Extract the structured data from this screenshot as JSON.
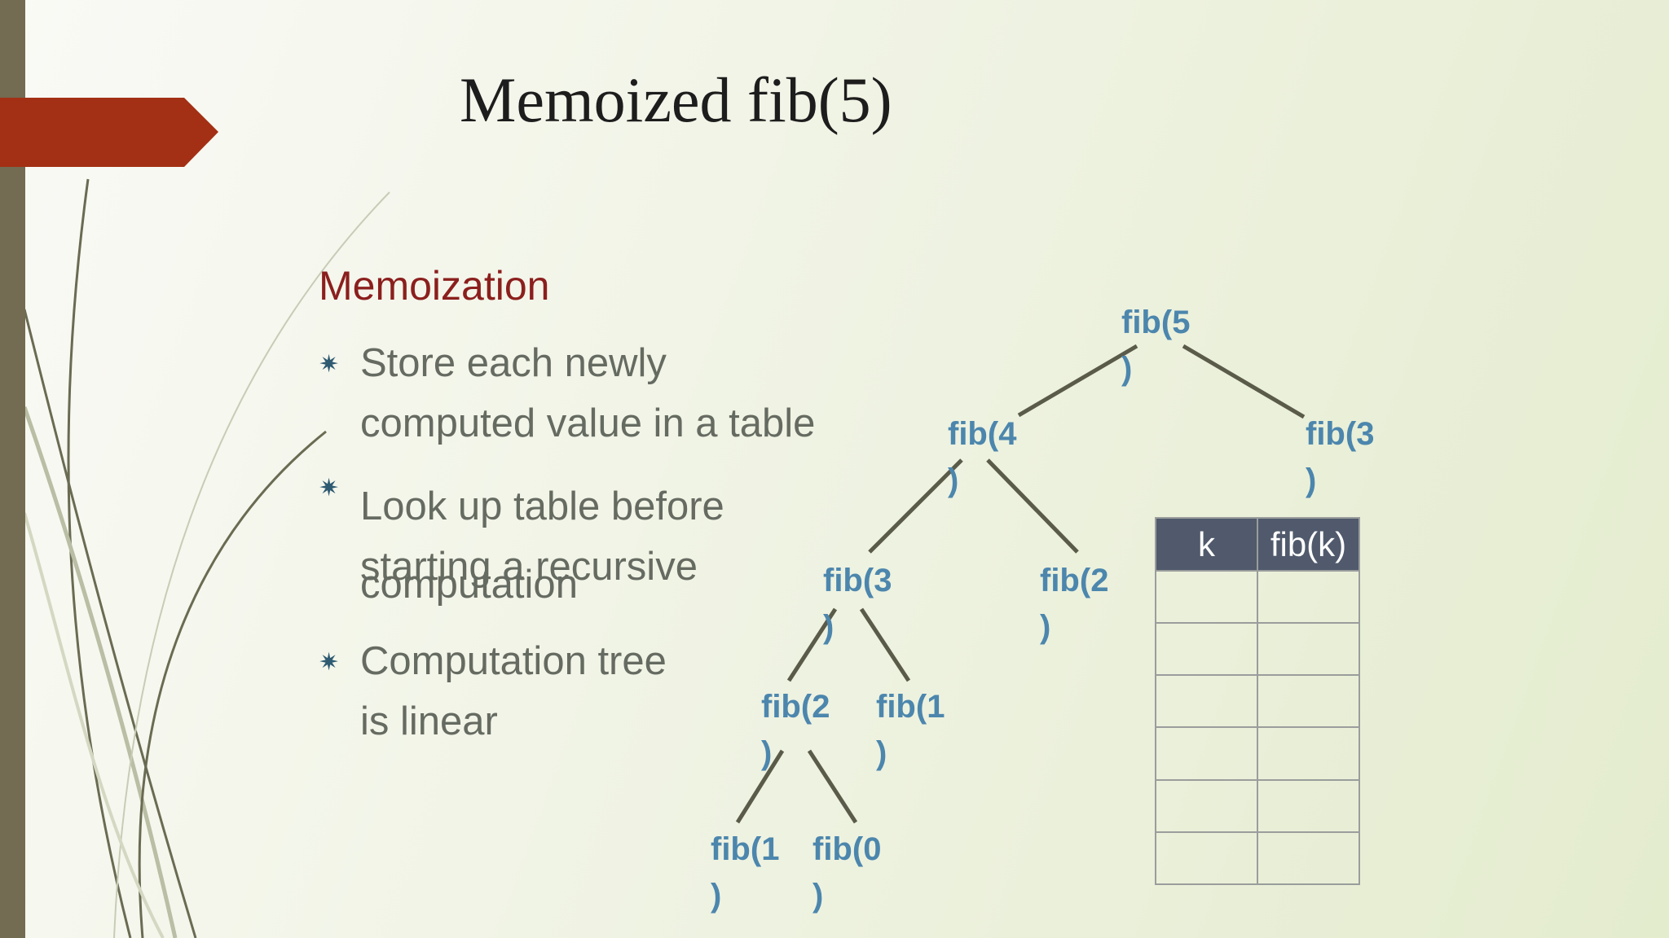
{
  "slide": {
    "title": "Memoized fib(5)",
    "section_heading": "Memoization",
    "bullets": [
      {
        "lines": [
          "Store each newly",
          "computed value in a table"
        ]
      },
      {
        "lines": [
          "Look up table before",
          "starting a recursive",
          "computation"
        ]
      },
      {
        "lines": [
          "Computation tree",
          "is linear"
        ]
      }
    ]
  },
  "tree": {
    "nodes": [
      {
        "id": "n5",
        "label": "fib(5",
        "close": ")"
      },
      {
        "id": "n4",
        "label": "fib(4",
        "close": ")"
      },
      {
        "id": "n3r",
        "label": "fib(3",
        "close": ")"
      },
      {
        "id": "n3",
        "label": "fib(3",
        "close": ")"
      },
      {
        "id": "n2r",
        "label": "fib(2",
        "close": ")"
      },
      {
        "id": "n2",
        "label": "fib(2",
        "close": ")"
      },
      {
        "id": "n1r",
        "label": "fib(1",
        "close": ")"
      },
      {
        "id": "n1",
        "label": "fib(1",
        "close": ")"
      },
      {
        "id": "n0",
        "label": "fib(0",
        "close": ")"
      }
    ],
    "edges": [
      [
        "n5",
        "n4"
      ],
      [
        "n5",
        "n3r"
      ],
      [
        "n4",
        "n3"
      ],
      [
        "n4",
        "n2r"
      ],
      [
        "n3",
        "n2"
      ],
      [
        "n3",
        "n1r"
      ],
      [
        "n2",
        "n1"
      ],
      [
        "n2",
        "n0"
      ]
    ]
  },
  "memo_table": {
    "headers": [
      "k",
      "fib(k)"
    ],
    "rows": [
      [
        "",
        ""
      ],
      [
        "",
        ""
      ],
      [
        "",
        ""
      ],
      [
        "",
        ""
      ],
      [
        "",
        ""
      ],
      [
        "",
        ""
      ]
    ]
  },
  "colors": {
    "title": "#1d1d1d",
    "heading": "#8b1f1d",
    "node": "#4c86ad",
    "edge": "#5b5b4a",
    "table_header": "#505a6c",
    "accent_arrow": "#a33014",
    "side_bar": "#736b52"
  },
  "icons": {
    "bullet": "asterisk-bullet-icon"
  }
}
